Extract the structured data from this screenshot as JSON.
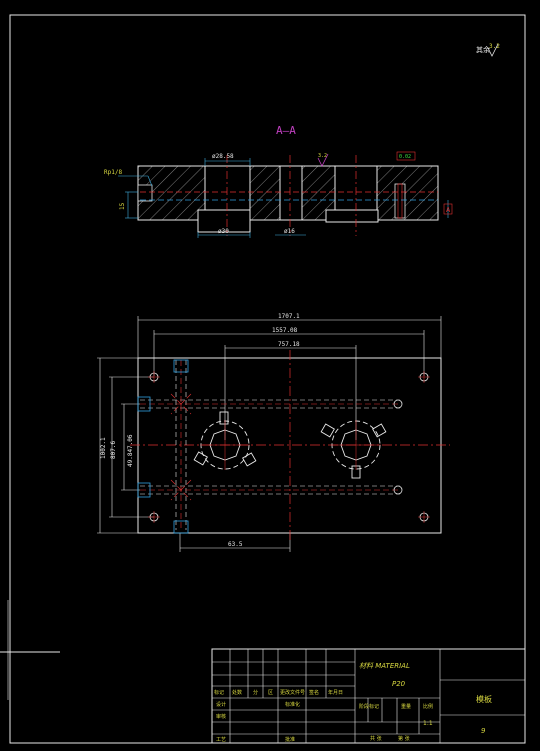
{
  "drawing": {
    "section_title": "A–A",
    "roughness_note": "其余",
    "roughness_value": "3.2",
    "roughness_mark_section": "3.2"
  },
  "section_view": {
    "dim_top": "ø28.58",
    "dim_left_label": "Rp1/8",
    "dim_height": "15",
    "dim_bottom_left": "ø30",
    "dim_bottom_mid": "ø16",
    "fcf_box": "0.02",
    "datum": "A"
  },
  "plan_view": {
    "dim_overall_width": "1707.1",
    "dim_hole_span": "1557.08",
    "dim_center_span": "757.18",
    "dim_overall_height": "1002.1",
    "dim_hole_height": "807.6",
    "dim_inner_height": "49.847.06",
    "dim_bottom": "63.5"
  },
  "title_block": {
    "material_label": "材料 MATERIAL",
    "material_value": "P20",
    "scale_value": "1:1",
    "part_name": "模板",
    "sheet_no": "9",
    "header_row": [
      "标记",
      "处数",
      "分",
      "区",
      "更改文件号",
      "签名",
      "年月日"
    ],
    "labels": {
      "design": "设计",
      "standard": "标准化",
      "check": "审核",
      "craft": "工艺",
      "approve": "批准",
      "stage": "阶段标记",
      "weight": "重量",
      "scale": "比例",
      "sheets_total": "共 张",
      "sheet_of": "第 张"
    }
  }
}
